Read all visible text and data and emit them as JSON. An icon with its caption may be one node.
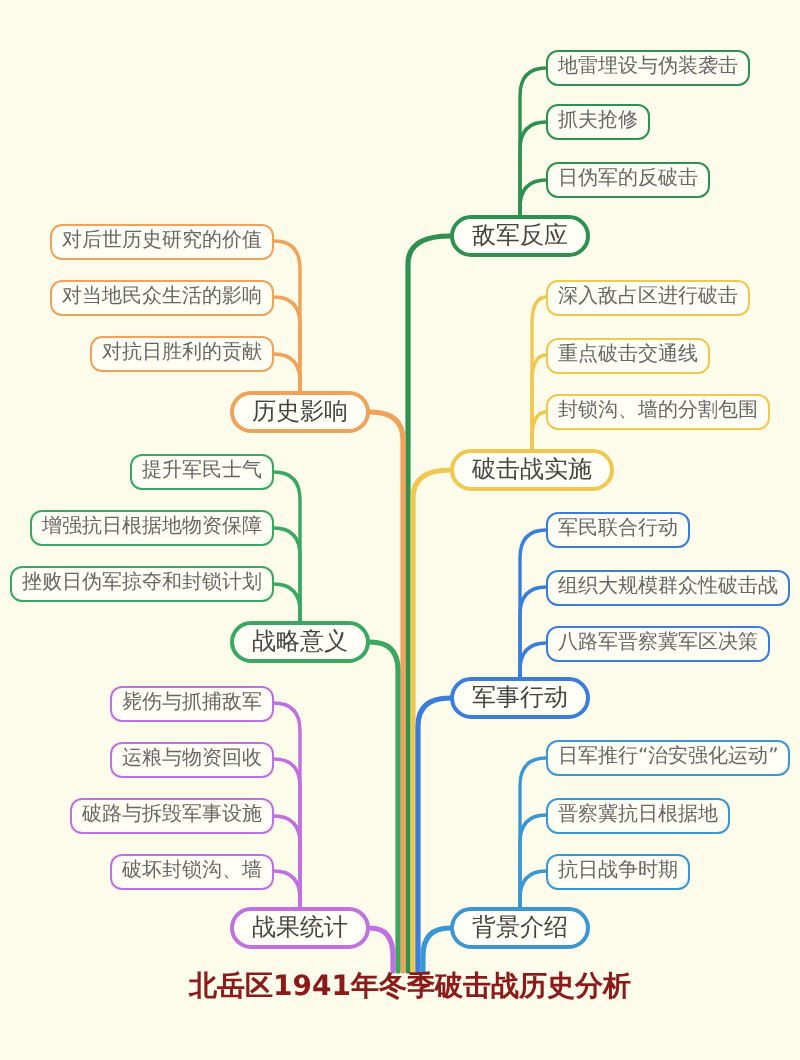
{
  "diagram": {
    "nodes": [
      {
        "text": [
          "北岳区1941年冬季破击战历史分析"
        ]
      },
      {
        "text": [
          "敌军反应"
        ]
      },
      {
        "text": [
          "地雷埋设与伪装袭击"
        ]
      },
      {
        "text": [
          "抓夫抢修"
        ]
      },
      {
        "text": [
          "日伪军的反破击"
        ]
      },
      {
        "text": [
          "破击战实施"
        ]
      },
      {
        "text": [
          "深入敌占区进行破击"
        ]
      },
      {
        "text": [
          "重点破击交通线"
        ]
      },
      {
        "text": [
          "封锁沟、墙的分割包围"
        ]
      },
      {
        "text": [
          "军事行动"
        ]
      },
      {
        "text": [
          "军民联合行动"
        ]
      },
      {
        "text": [
          "组织大规模群众性破击战"
        ]
      },
      {
        "text": [
          "八路军晋察冀军区决策"
        ]
      },
      {
        "text": [
          "背景介绍"
        ]
      },
      {
        "text": [
          "日军推行“治安强化运动”"
        ]
      },
      {
        "text": [
          "晋察冀抗日根据地"
        ]
      },
      {
        "text": [
          "抗日战争时期"
        ]
      },
      {
        "text": [
          "历史影响"
        ]
      },
      {
        "text": [
          "对后世历史研究的价值"
        ]
      },
      {
        "text": [
          "对当地民众生活的影响"
        ]
      },
      {
        "text": [
          "对抗日胜利的贡献"
        ]
      },
      {
        "text": [
          "战略意义"
        ]
      },
      {
        "text": [
          "提升军民士气"
        ]
      },
      {
        "text": [
          "增强抗日根据地物资保障"
        ]
      },
      {
        "text": [
          "挫败日伪军掠夺和封锁计划"
        ]
      },
      {
        "text": [
          "战果统计"
        ]
      },
      {
        "text": [
          "毙伤与抓捕敌军"
        ]
      },
      {
        "text": [
          "运粮与物资回收"
        ]
      },
      {
        "text": [
          "破路与拆毁军事设施"
        ]
      },
      {
        "text": [
          "破坏封锁沟、墙"
        ]
      }
    ],
    "edges": [
      {
        "from": 0,
        "to": 1,
        "arrow": "none",
        "color": "#2f914f"
      },
      {
        "from": 1,
        "to": 2,
        "arrow": "none",
        "color": "#2f914f"
      },
      {
        "from": 1,
        "to": 3,
        "arrow": "none",
        "color": "#2f914f"
      },
      {
        "from": 1,
        "to": 4,
        "arrow": "none",
        "color": "#2f914f"
      },
      {
        "from": 0,
        "to": 5,
        "arrow": "none",
        "color": "#f0c850"
      },
      {
        "from": 5,
        "to": 6,
        "arrow": "none",
        "color": "#f0c850"
      },
      {
        "from": 5,
        "to": 7,
        "arrow": "none",
        "color": "#f0c850"
      },
      {
        "from": 5,
        "to": 8,
        "arrow": "none",
        "color": "#f0c850"
      },
      {
        "from": 0,
        "to": 9,
        "arrow": "none",
        "color": "#3a7ddb"
      },
      {
        "from": 9,
        "to": 10,
        "arrow": "none",
        "color": "#3a7ddb"
      },
      {
        "from": 9,
        "to": 11,
        "arrow": "none",
        "color": "#3a7ddb"
      },
      {
        "from": 9,
        "to": 12,
        "arrow": "none",
        "color": "#3a7ddb"
      },
      {
        "from": 0,
        "to": 13,
        "arrow": "none",
        "color": "#3b97d3"
      },
      {
        "from": 13,
        "to": 14,
        "arrow": "none",
        "color": "#3b97d3"
      },
      {
        "from": 13,
        "to": 15,
        "arrow": "none",
        "color": "#3b97d3"
      },
      {
        "from": 13,
        "to": 16,
        "arrow": "none",
        "color": "#3b97d3"
      },
      {
        "from": 0,
        "to": 17,
        "arrow": "none",
        "color": "#f0a25a"
      },
      {
        "from": 17,
        "to": 18,
        "arrow": "none",
        "color": "#f0a25a"
      },
      {
        "from": 17,
        "to": 19,
        "arrow": "none",
        "color": "#f0a25a"
      },
      {
        "from": 17,
        "to": 20,
        "arrow": "none",
        "color": "#f0a25a"
      },
      {
        "from": 0,
        "to": 21,
        "arrow": "none",
        "color": "#3aa862"
      },
      {
        "from": 21,
        "to": 22,
        "arrow": "none",
        "color": "#3aa862"
      },
      {
        "from": 21,
        "to": 23,
        "arrow": "none",
        "color": "#3aa862"
      },
      {
        "from": 21,
        "to": 24,
        "arrow": "none",
        "color": "#3aa862"
      },
      {
        "from": 0,
        "to": 25,
        "arrow": "none",
        "color": "#c070e0"
      },
      {
        "from": 25,
        "to": 26,
        "arrow": "none",
        "color": "#c070e0"
      },
      {
        "from": 25,
        "to": 27,
        "arrow": "none",
        "color": "#c070e0"
      },
      {
        "from": 25,
        "to": 28,
        "arrow": "none",
        "color": "#c070e0"
      },
      {
        "from": 25,
        "to": 29,
        "arrow": "none",
        "color": "#c070e0"
      }
    ]
  }
}
